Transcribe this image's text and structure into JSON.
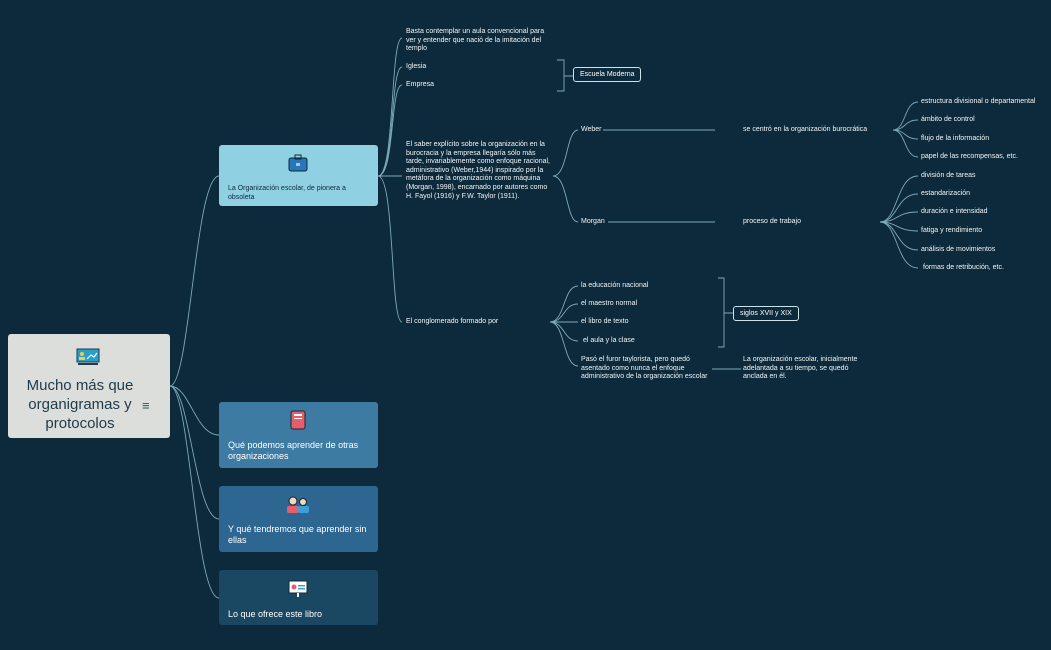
{
  "root": {
    "title": "Mucho más que organigramas y protocolos",
    "menu_icon": "notes-icon",
    "icon": "presentation-icon"
  },
  "branches": [
    {
      "label": "La Organización escolar, de pionera a obsoleta",
      "icon": "briefcase-icon",
      "color": "#8fd0e3"
    },
    {
      "label": "Qué podemos aprender de otras organizaciones",
      "icon": "notebook-icon",
      "color": "#3d7ba3"
    },
    {
      "label": "Y qué tendremos que aprender sin ellas",
      "icon": "team-icon",
      "color": "#2d6690"
    },
    {
      "label": "Lo que ofrece este libro",
      "icon": "slideshow-icon",
      "color": "#1a4862"
    }
  ],
  "topic1": {
    "intro": "Basta contemplar un aula convencional para ver y entender que nació de la imitación del templo",
    "iglesia": "Iglesia",
    "empresa": "Empresa",
    "escuela_moderna": "Escuela Moderna",
    "saber": "El saber explícito sobre la organización en la burocracia y la empresa llegaría sólo más tarde, invariablemente como enfoque racional, administrativo (Weber,1944) inspirado por la metáfora de la organización como máquina (Morgan, 1998), encarnado por autores como H. Fayol (1916) y F.W. Taylor (1911).",
    "weber": "Weber",
    "weber_desc": "se centró en la organización burocrática",
    "weber_items": [
      "estructura divisional o departamental",
      "ámbito de control",
      "flujo de la información",
      "papel de las recompensas, etc."
    ],
    "morgan": "Morgan",
    "morgan_desc": "proceso de trabajo",
    "morgan_items": [
      "división de tareas",
      "estandarización",
      "duración e intensidad",
      "fatiga y rendimiento",
      "análisis de movimientos",
      "formas de retribución, etc."
    ],
    "conglomerado": "El conglomerado formado por",
    "cong_items": [
      "la educación nacional",
      "el maestro normal",
      "el libro de texto",
      "el aula y la clase"
    ],
    "siglos": "siglos XVII y XIX",
    "furor": "Pasó el furor taylorista, pero quedó asentado como nunca el enfoque administrativo de la organización escolar",
    "anclada": "La organización escolar, inicialmente adelantada a su tiempo, se quedó anclada en él."
  }
}
